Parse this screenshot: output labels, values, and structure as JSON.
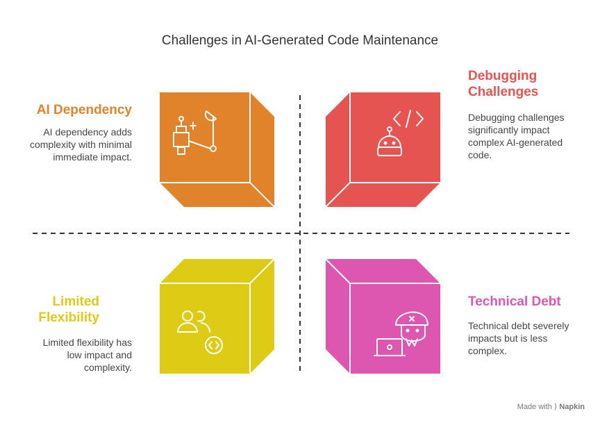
{
  "title": "Challenges in AI-Generated Code Maintenance",
  "quadrants": {
    "top_left": {
      "title": "AI Dependency",
      "description": "AI dependency adds complexity with minimal immediate impact.",
      "color": "#E0832B",
      "icon": "robot-wrench-icon"
    },
    "top_right": {
      "title": "Debugging Challenges",
      "description": "Debugging challenges significantly impact complex AI-generated code.",
      "color": "#E55451",
      "icon": "robot-code-icon"
    },
    "bottom_left": {
      "title": "Limited Flexibility",
      "description": "Limited flexibility has low impact and complexity.",
      "color": "#DECB16",
      "icon": "users-code-icon"
    },
    "bottom_right": {
      "title": "Technical Debt",
      "description": "Technical debt severely impacts but is less complex.",
      "color": "#DD56B0",
      "icon": "pirate-laptop-icon"
    }
  },
  "footer": {
    "made_with": "Made with",
    "brand": "Napkin"
  }
}
